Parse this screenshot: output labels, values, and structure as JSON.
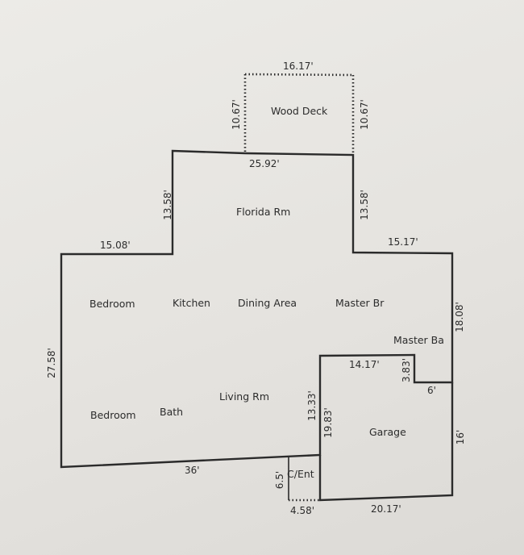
{
  "rooms": {
    "wood_deck": "Wood Deck",
    "florida_rm": "Florida Rm",
    "bedroom_1": "Bedroom",
    "kitchen": "Kitchen",
    "dining_area": "Dining Area",
    "master_br": "Master Br",
    "master_ba": "Master Ba",
    "bedroom_2": "Bedroom",
    "bath": "Bath",
    "living_rm": "Living Rm",
    "garage": "Garage",
    "c_ent": "C/Ent"
  },
  "dimensions": {
    "deck_top": "16.17'",
    "deck_left": "10.67'",
    "deck_right": "10.67'",
    "florida_top": "25.92'",
    "florida_left": "13.58'",
    "florida_right": "13.58'",
    "left_wing_top": "15.08'",
    "right_wing_top": "15.17'",
    "left_side": "27.58'",
    "right_upper": "18.08'",
    "bottom_main": "36'",
    "garage_top": "14.17'",
    "notch_vertical": "3.83'",
    "notch_horizontal": "6'",
    "garage_inner_left_a": "13.33'",
    "garage_inner_left_b": "19.83'",
    "garage_right": "16'",
    "garage_bottom": "20.17'",
    "entry_height": "6.5'",
    "entry_bottom": "4.58'"
  }
}
